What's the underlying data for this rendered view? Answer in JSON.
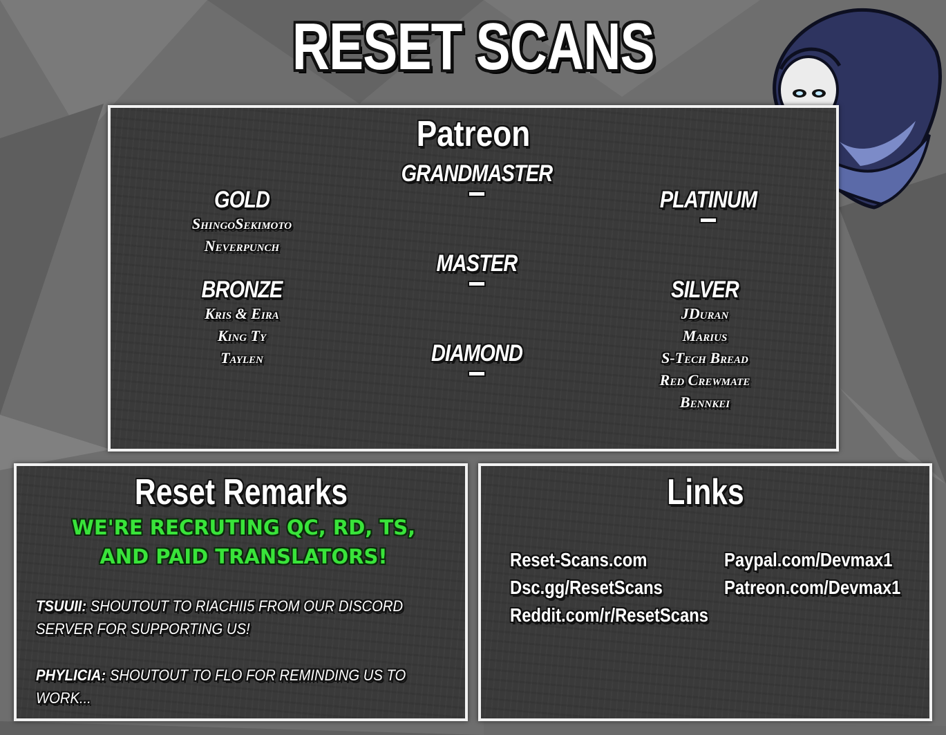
{
  "site_title": "RESET SCANS",
  "patreon": {
    "heading": "Patreon",
    "tiers": {
      "grandmaster": {
        "name": "GRANDMASTER",
        "members": []
      },
      "gold": {
        "name": "GOLD",
        "members": [
          "ShingoSekimoto",
          "Neverpunch"
        ]
      },
      "platinum": {
        "name": "PLATINUM",
        "members": []
      },
      "master": {
        "name": "MASTER",
        "members": []
      },
      "bronze": {
        "name": "BRONZE",
        "members": [
          "Kris & Eira",
          "King Ty",
          "Taylen"
        ]
      },
      "silver": {
        "name": "SILVER",
        "members": [
          "JDuran",
          "Marius",
          "S-Tech Bread",
          "Red Crewmate",
          "Bennkei"
        ]
      },
      "diamond": {
        "name": "DIAMOND",
        "members": []
      }
    }
  },
  "remarks": {
    "heading": "Reset Remarks",
    "recruit_line1": "WE'RE RECRUTING QC, RD, TS,",
    "recruit_line2": "AND PAID TRANSLATORS!",
    "items": [
      {
        "author": "TSUUII:",
        "text": "SHOUTOUT TO RIACHII5 FROM OUR DISCORD SERVER FOR SUPPORTING US!"
      },
      {
        "author": "PHYLICIA:",
        "text": "SHOUTOUT TO FLO FOR REMINDING US TO WORK..."
      }
    ]
  },
  "links": {
    "heading": "Links",
    "left": [
      "Reset-Scans.com",
      "Dsc.gg/ResetScans",
      "Reddit.com/r/ResetScans"
    ],
    "right": [
      "Paypal.com/Devmax1",
      "Patreon.com/Devmax1"
    ]
  },
  "colors": {
    "background": "#6e6e6e",
    "panel": "#3a3a3a",
    "border": "#f2f2f2",
    "recruit_green": "#39e43a",
    "mascot_cloak": "#5b6aa8"
  },
  "icons": {
    "mascot": "hooded-mascot-icon"
  }
}
